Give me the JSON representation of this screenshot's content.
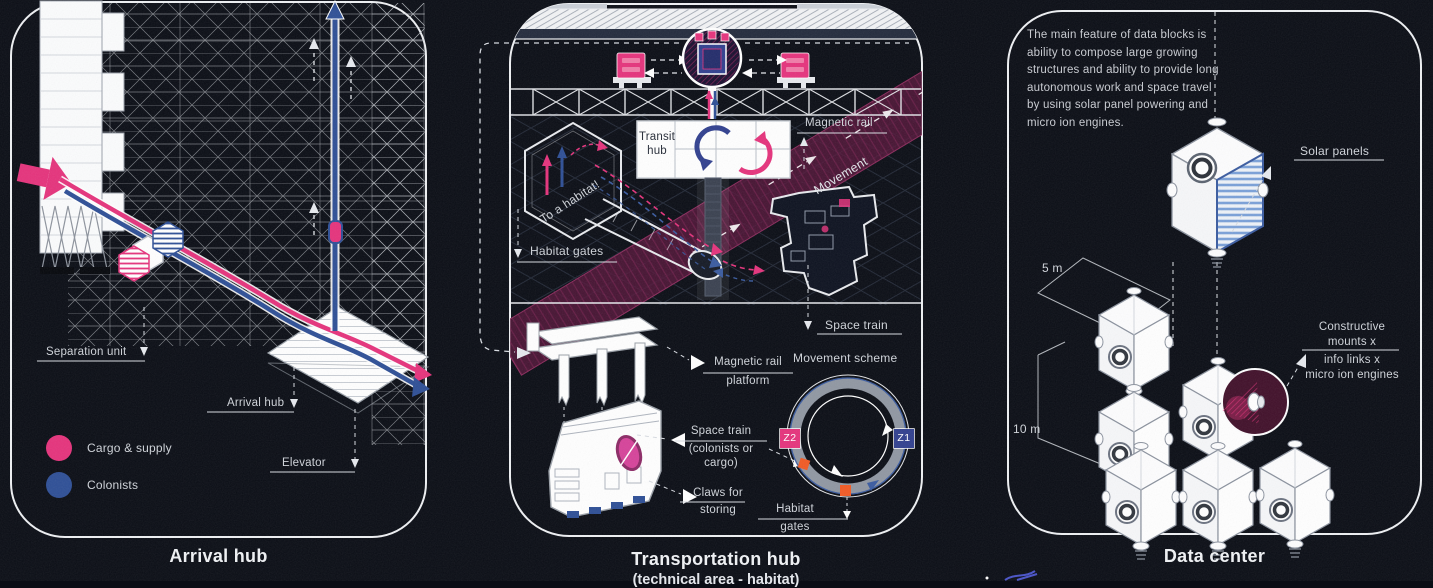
{
  "colors": {
    "background": "#0a0d15",
    "pink": "#e5337c",
    "blue": "#2e4f96",
    "orange": "#f15a24",
    "rail": "#56163a",
    "text": "#d0d4da"
  },
  "arrival": {
    "caption": "Arrival hub",
    "labels": {
      "separation_unit": "Separation unit",
      "arrival_hub": "Arrival hub",
      "elevator": "Elevator"
    },
    "legend": {
      "cargo": "Cargo & supply",
      "colonists": "Colonists"
    }
  },
  "transport": {
    "caption": "Transportation hub",
    "subcaption": "(technical area - habitat)",
    "labels": {
      "transit_hub": "Transit hub",
      "magnetic_rail": "Magnetic rail",
      "to_a_habitat": "To a habitat!",
      "habitat_gates_upper": "Habitat gates",
      "space_train_upper": "Space train",
      "movement": "Movement",
      "platform_line1": "Magnetic rail",
      "platform_line2": "platform",
      "movement_scheme": "Movement scheme",
      "train_line1": "Space train",
      "train_line2": "(colonists or",
      "train_line3": "cargo)",
      "claws_line1": "Claws for",
      "claws_line2": "storing",
      "gates_line1": "Habitat",
      "gates_line2": "gates",
      "zone1": "Z1",
      "zone2": "Z2"
    }
  },
  "datacenter": {
    "caption": "Data center",
    "description": "The main feature of data blocks is ability to compose large growing structures and ability to provide long autonomous work and space travel by using solar panel powering and micro ion engines.",
    "labels": {
      "solar_panels": "Solar panels",
      "dim_5m": "5 m",
      "dim_10m": "10 m",
      "mounts_line1": "Constructive",
      "mounts_line2": "mounts x",
      "mounts_line3": "info links x",
      "mounts_line4": "micro ion engines"
    }
  }
}
